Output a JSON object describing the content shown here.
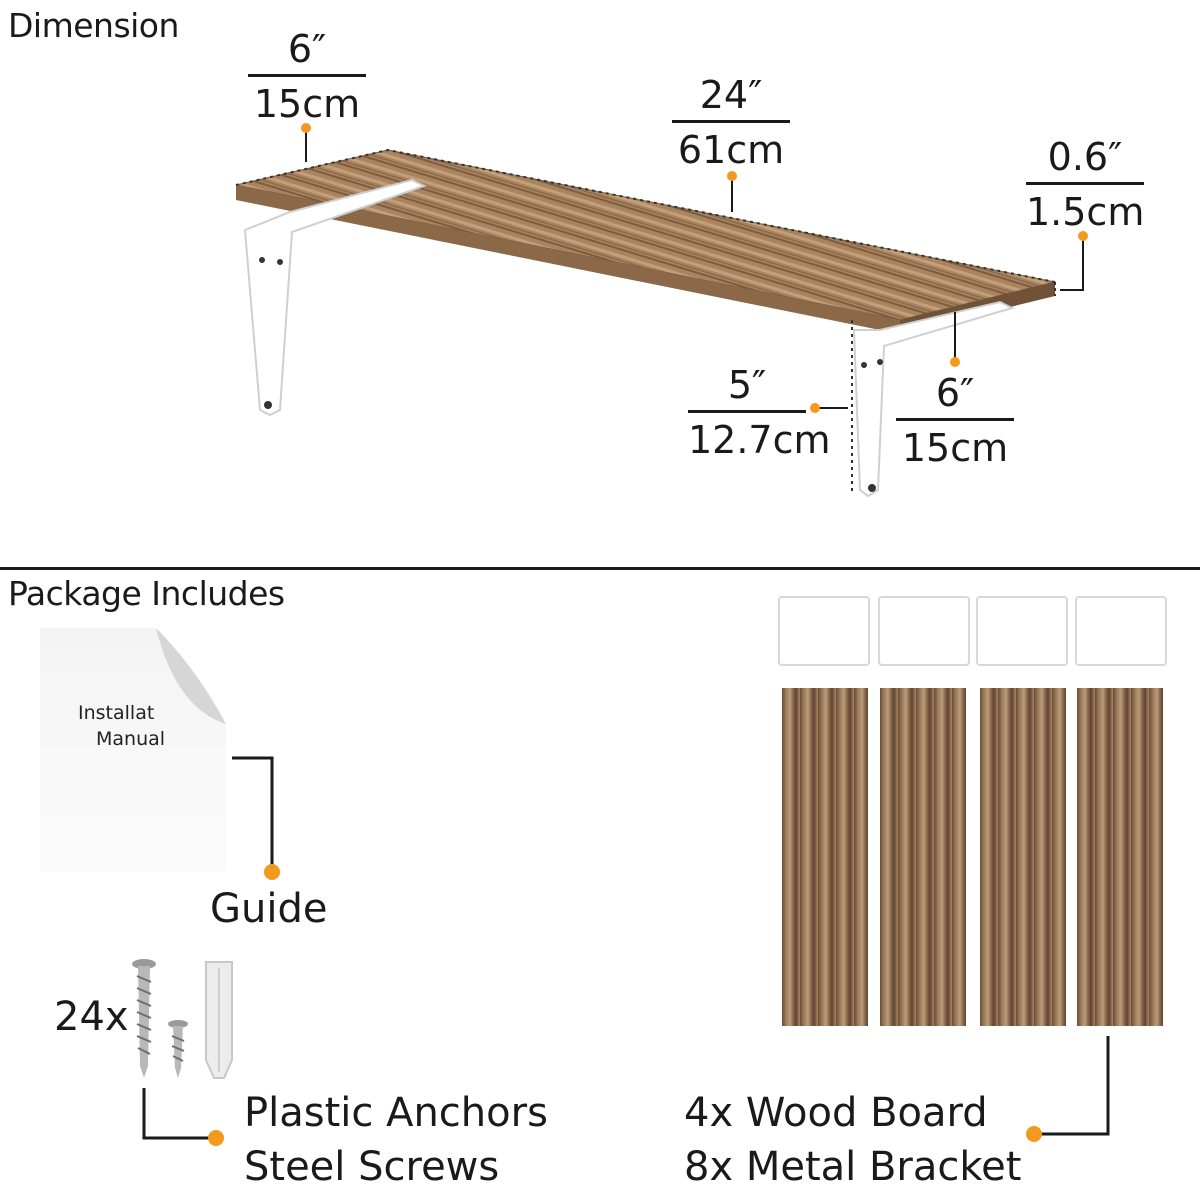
{
  "dimension": {
    "title": "Dimension",
    "depth_top": {
      "imperial": "6″",
      "metric": "15cm"
    },
    "length": {
      "imperial": "24″",
      "metric": "61cm"
    },
    "thickness": {
      "imperial": "0.6″",
      "metric": "1.5cm"
    },
    "bracket_height": {
      "imperial": "5″",
      "metric": "12.7cm"
    },
    "bracket_depth": {
      "imperial": "6″",
      "metric": "15cm"
    }
  },
  "package": {
    "title": "Package Includes",
    "manual_text_line1": "Installat",
    "manual_text_line2": "Manual",
    "guide_label": "Guide",
    "hardware_count": "24x",
    "hardware_line1": "Plastic Anchors",
    "hardware_line2": "Steel Screws",
    "boards_line1": "4x Wood Board",
    "boards_line2": "8x Metal Bracket"
  },
  "colors": {
    "accent": "#f39a1e",
    "wood": "#9c7b5c",
    "bracket": "#ffffff"
  }
}
